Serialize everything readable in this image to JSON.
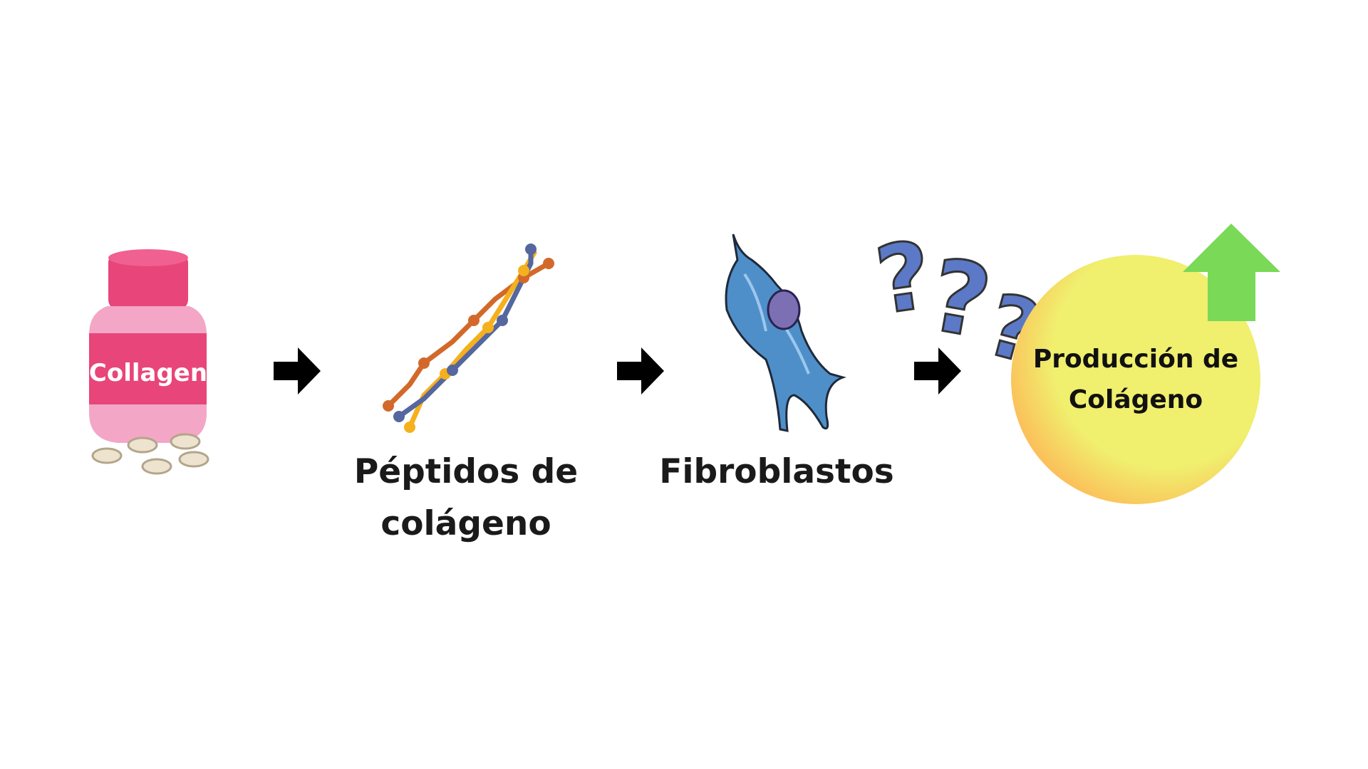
{
  "bottle": {
    "label": "Collagen"
  },
  "steps": [
    {
      "label_line1": "Péptidos de",
      "label_line2": "colágeno"
    },
    {
      "label_line1": "Fibroblastos"
    }
  ],
  "result": {
    "line1": "Producción de",
    "line2": "Colágeno"
  },
  "colors": {
    "bottle_pink": "#e8457a",
    "bottle_light": "#f3a6c6",
    "cell_blue": "#4f8fc9",
    "circle_yellow": "#f0ef6e",
    "circle_orange": "#fbc05a",
    "up_arrow": "#7ad957",
    "question_blue": "#5b79c6"
  }
}
